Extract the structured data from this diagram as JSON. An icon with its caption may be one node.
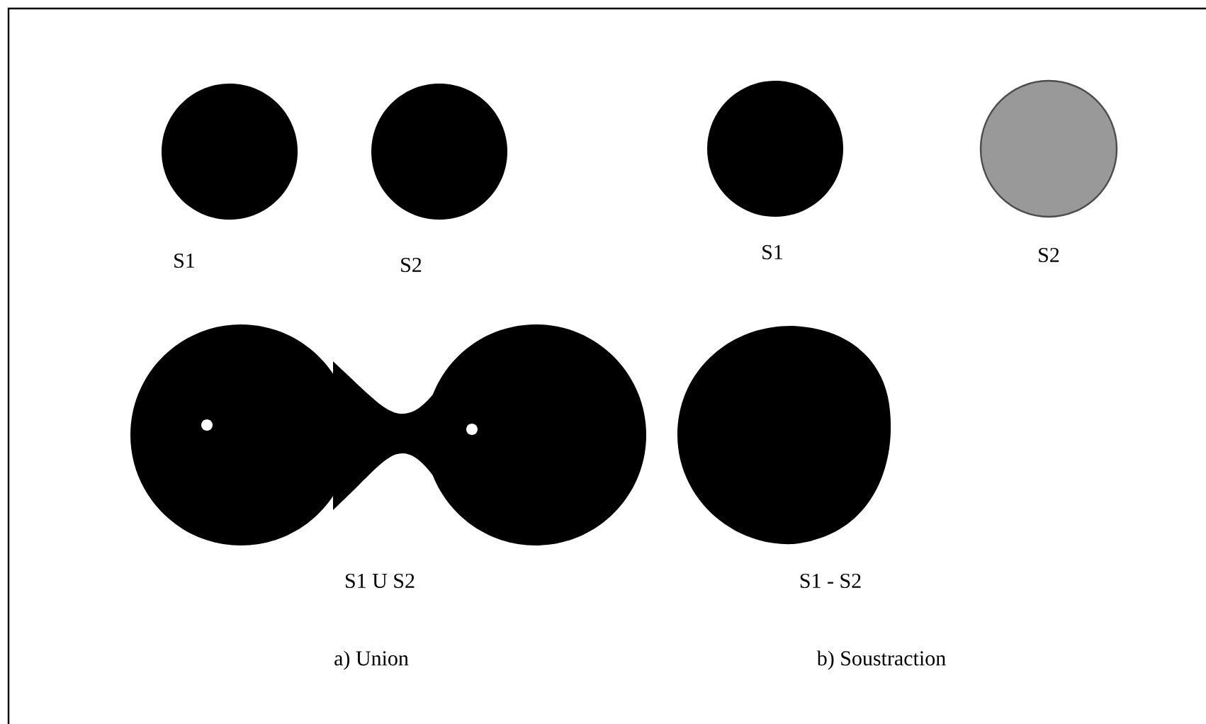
{
  "diagram": {
    "labels": [
      "S1",
      "S2",
      "S1",
      "S2",
      "S1 U S2",
      "S1 - S2",
      "a) Union",
      "b) Soustraction"
    ]
  }
}
